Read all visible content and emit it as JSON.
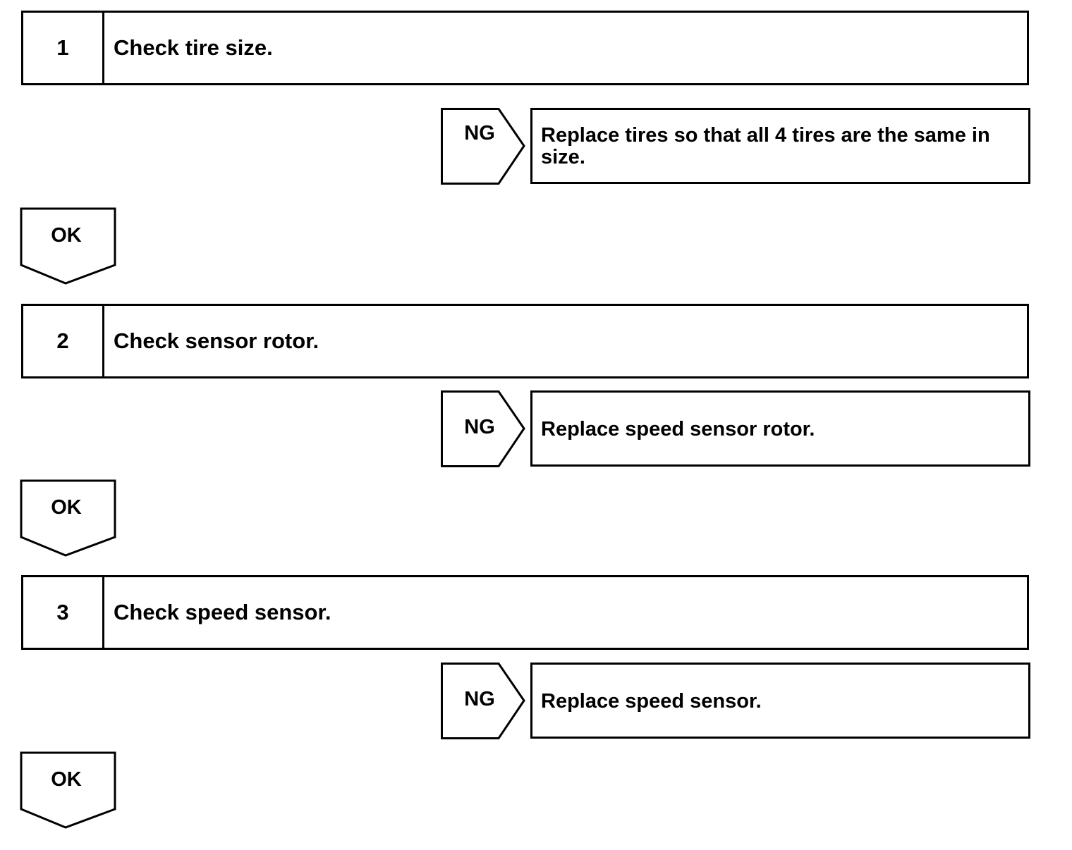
{
  "steps": [
    {
      "number": "1",
      "title": "Check tire size.",
      "ng_label": "NG",
      "ng_action": "Replace tires so that all 4 tires are the same in size.",
      "ok_label": "OK"
    },
    {
      "number": "2",
      "title": "Check sensor rotor.",
      "ng_label": "NG",
      "ng_action": "Replace speed sensor rotor.",
      "ok_label": "OK"
    },
    {
      "number": "3",
      "title": "Check speed sensor.",
      "ng_label": "NG",
      "ng_action": "Replace speed sensor.",
      "ok_label": "OK"
    }
  ]
}
